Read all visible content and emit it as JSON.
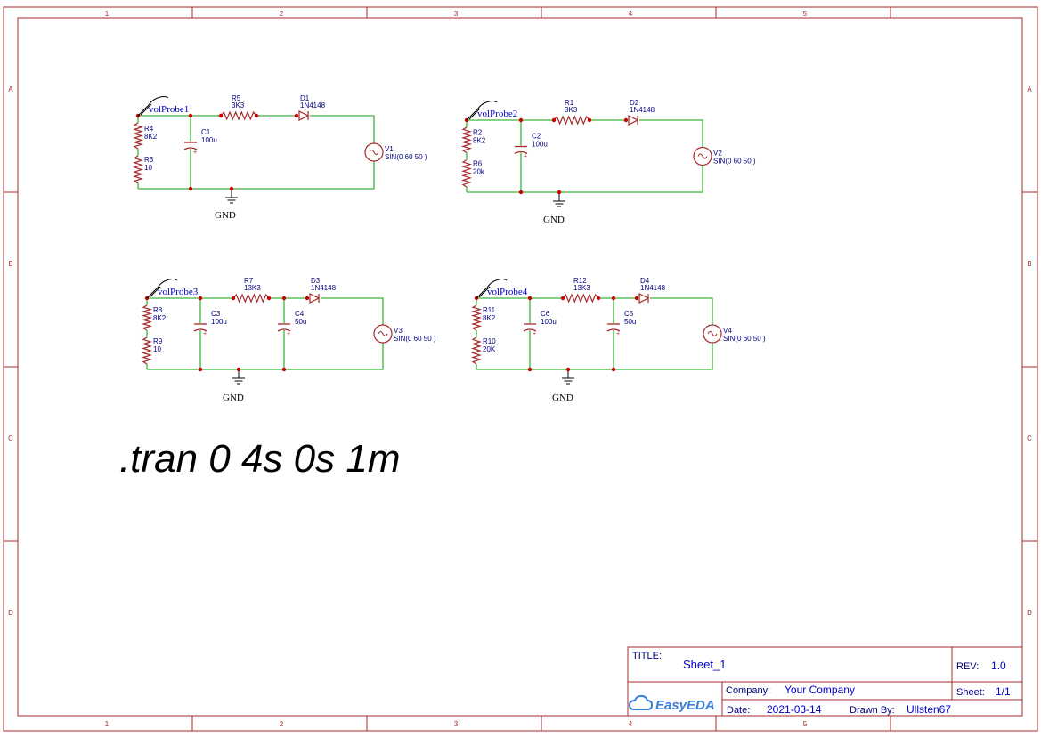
{
  "frame": {
    "columns": [
      "1",
      "2",
      "3",
      "4",
      "5"
    ],
    "rows": [
      "A",
      "B",
      "C",
      "D"
    ]
  },
  "colors": {
    "frame": "#a52a2a",
    "wire": "#3cb33c",
    "component": "#a52a2a",
    "label_blue": "#0000cc",
    "text": "#000080"
  },
  "circuits": [
    {
      "probe": "volProbe1",
      "gnd": "GND",
      "r_top": {
        "ref": "R4",
        "val": "8K2"
      },
      "r_bot": {
        "ref": "R3",
        "val": "10"
      },
      "cap1": {
        "ref": "C1",
        "val": "100u"
      },
      "r_series": {
        "ref": "R5",
        "val": "3K3"
      },
      "cap2": null,
      "diode": {
        "ref": "D1",
        "val": "1N4148"
      },
      "source": {
        "ref": "V1",
        "val": "SIN(0 60 50 )"
      }
    },
    {
      "probe": "volProbe2",
      "gnd": "GND",
      "r_top": {
        "ref": "R2",
        "val": "8K2"
      },
      "r_bot": {
        "ref": "R6",
        "val": "20k"
      },
      "cap1": {
        "ref": "C2",
        "val": "100u"
      },
      "r_series": {
        "ref": "R1",
        "val": "3K3"
      },
      "cap2": null,
      "diode": {
        "ref": "D2",
        "val": "1N4148"
      },
      "source": {
        "ref": "V2",
        "val": "SIN(0 60 50 )"
      }
    },
    {
      "probe": "volProbe3",
      "gnd": "GND",
      "r_top": {
        "ref": "R8",
        "val": "8K2"
      },
      "r_bot": {
        "ref": "R9",
        "val": "10"
      },
      "cap1": {
        "ref": "C3",
        "val": "100u"
      },
      "r_series": {
        "ref": "R7",
        "val": "13K3"
      },
      "cap2": {
        "ref": "C4",
        "val": "50u"
      },
      "diode": {
        "ref": "D3",
        "val": "1N4148"
      },
      "source": {
        "ref": "V3",
        "val": "SIN(0 60 50 )"
      }
    },
    {
      "probe": "volProbe4",
      "gnd": "GND",
      "r_top": {
        "ref": "R11",
        "val": "8K2"
      },
      "r_bot": {
        "ref": "R10",
        "val": "20K"
      },
      "cap1": {
        "ref": "C6",
        "val": "100u"
      },
      "r_series": {
        "ref": "R12",
        "val": "13K3"
      },
      "cap2": {
        "ref": "C5",
        "val": "50u"
      },
      "diode": {
        "ref": "D4",
        "val": "1N4148"
      },
      "source": {
        "ref": "V4",
        "val": "SIN(0 60 50 )"
      }
    }
  ],
  "directive": ".tran 0 4s 0s 1m",
  "title_block": {
    "title_label": "TITLE:",
    "title_value": "Sheet_1",
    "rev_label": "REV:",
    "rev_value": "1.0",
    "company_label": "Company:",
    "company_value": "Your Company",
    "sheet_label": "Sheet:",
    "sheet_value": "1/1",
    "date_label": "Date:",
    "date_value": "2021-03-14",
    "drawn_label": "Drawn By:",
    "drawn_value": "Ullsten67",
    "logo": "EasyEDA"
  }
}
